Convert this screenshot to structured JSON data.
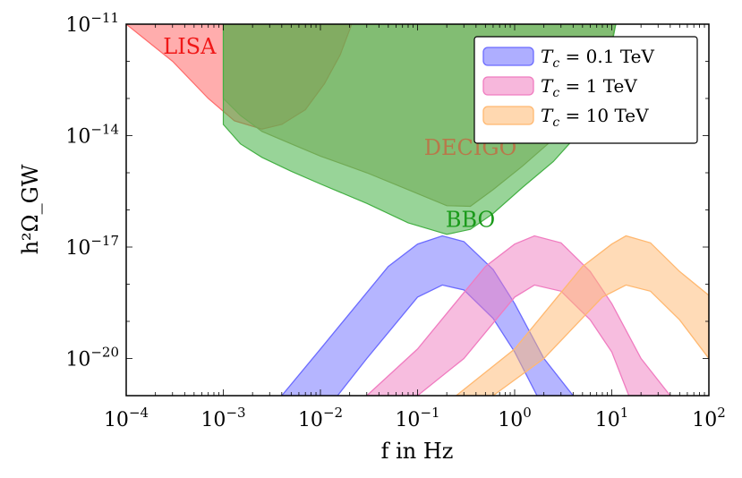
{
  "chart_data": {
    "type": "area",
    "xlabel": "f in Hz",
    "ylabel": "h²Ω_GW",
    "x_scale": "log",
    "y_scale": "log",
    "xlim": [
      0.0001,
      100
    ],
    "ylim": [
      1e-21,
      1e-11
    ],
    "x_ticks": [
      {
        "value": 0.0001,
        "base": "10",
        "exp": "−4"
      },
      {
        "value": 0.001,
        "base": "10",
        "exp": "−3"
      },
      {
        "value": 0.01,
        "base": "10",
        "exp": "−2"
      },
      {
        "value": 0.1,
        "base": "10",
        "exp": "−1"
      },
      {
        "value": 1,
        "base": "10",
        "exp": "0"
      },
      {
        "value": 10,
        "base": "10",
        "exp": "1"
      },
      {
        "value": 100,
        "base": "10",
        "exp": "2"
      }
    ],
    "y_ticks": [
      {
        "value": 1e-20,
        "base": "10",
        "exp": "−20"
      },
      {
        "value": 1e-17,
        "base": "10",
        "exp": "−17"
      },
      {
        "value": 1e-14,
        "base": "10",
        "exp": "−14"
      },
      {
        "value": 1e-11,
        "base": "10",
        "exp": "−11"
      }
    ],
    "grid": false,
    "legend_position": "top-right",
    "sensitivity_curves": [
      {
        "name": "LISA",
        "color": "#ff6a6a",
        "label_at": [
          0.00045,
          1.6e-12
        ],
        "boundary": [
          [
            0.0001,
            1e-11
          ],
          [
            0.0003,
            1e-12
          ],
          [
            0.0007,
            1e-13
          ],
          [
            0.0013,
            2.5e-14
          ],
          [
            0.0025,
            1.5e-14
          ],
          [
            0.004,
            2e-14
          ],
          [
            0.007,
            5e-14
          ],
          [
            0.011,
            2.5e-13
          ],
          [
            0.016,
            1.5e-12
          ],
          [
            0.021,
            1e-11
          ]
        ]
      },
      {
        "name": "DECIGO",
        "color": "#a8a36a",
        "label_at": [
          0.35,
          3e-15
        ],
        "boundary": [
          [
            0.001,
            1e-11
          ],
          [
            0.001,
            1e-13
          ],
          [
            0.0015,
            3.5e-14
          ],
          [
            0.0025,
            1.3e-14
          ],
          [
            0.005,
            6e-15
          ],
          [
            0.01,
            2.8e-15
          ],
          [
            0.03,
            1e-15
          ],
          [
            0.08,
            3.5e-16
          ],
          [
            0.2,
            1.3e-16
          ],
          [
            0.35,
            1.25e-16
          ],
          [
            0.6,
            3.5e-16
          ],
          [
            1.2,
            1.5e-15
          ],
          [
            2.5,
            8e-15
          ],
          [
            5,
            5e-14
          ],
          [
            8,
            4e-13
          ],
          [
            11,
            1e-11
          ]
        ]
      },
      {
        "name": "BBO",
        "color": "#44b044",
        "label_at": [
          0.35,
          3.5e-17
        ],
        "boundary": [
          [
            0.001,
            1e-11
          ],
          [
            0.001,
            2e-14
          ],
          [
            0.0015,
            6e-15
          ],
          [
            0.0025,
            2.6e-15
          ],
          [
            0.005,
            1.1e-15
          ],
          [
            0.01,
            5e-16
          ],
          [
            0.03,
            1.5e-16
          ],
          [
            0.08,
            4.5e-17
          ],
          [
            0.2,
            2.2e-17
          ],
          [
            0.35,
            3e-17
          ],
          [
            0.6,
            8e-17
          ],
          [
            1.2,
            4e-16
          ],
          [
            2.5,
            2e-15
          ],
          [
            5,
            1.5e-14
          ],
          [
            8,
            1.4e-13
          ],
          [
            11,
            1e-11
          ]
        ]
      }
    ],
    "series": [
      {
        "name": "T_c = 0.1 TeV",
        "legend_lhs": "T",
        "legend_sub": "c",
        "legend_rhs": " = 0.1 TeV",
        "color": "#6b6bff",
        "upper": [
          [
            0.004,
            1e-21
          ],
          [
            0.01,
            1.8e-20
          ],
          [
            0.05,
            3e-18
          ],
          [
            0.1,
            1.2e-17
          ],
          [
            0.18,
            2e-17
          ],
          [
            0.3,
            1.4e-17
          ],
          [
            0.6,
            2.5e-18
          ],
          [
            1,
            3e-19
          ],
          [
            2,
            1e-20
          ],
          [
            4,
            1e-21
          ]
        ],
        "lower": [
          [
            0.015,
            1e-21
          ],
          [
            0.03,
            1e-20
          ],
          [
            0.1,
            4.5e-19
          ],
          [
            0.18,
            9.5e-19
          ],
          [
            0.3,
            7e-19
          ],
          [
            0.6,
            1.2e-19
          ],
          [
            1,
            1.5e-20
          ],
          [
            1.7,
            1e-21
          ]
        ]
      },
      {
        "name": "T_c = 1 TeV",
        "legend_lhs": "T",
        "legend_sub": "c",
        "legend_rhs": " = 1 TeV",
        "color": "#f07cc0",
        "upper": [
          [
            0.03,
            1e-21
          ],
          [
            0.1,
            1.8e-20
          ],
          [
            0.5,
            3e-18
          ],
          [
            1,
            1.2e-17
          ],
          [
            1.6,
            2e-17
          ],
          [
            3,
            1.3e-17
          ],
          [
            6,
            2.2e-18
          ],
          [
            10,
            3e-19
          ],
          [
            20,
            1e-20
          ],
          [
            40,
            1e-21
          ]
        ],
        "lower": [
          [
            0.1,
            1e-21
          ],
          [
            0.3,
            1e-20
          ],
          [
            1,
            4.5e-19
          ],
          [
            1.6,
            9.5e-19
          ],
          [
            3,
            6.5e-19
          ],
          [
            6,
            1.1e-19
          ],
          [
            10,
            1.5e-20
          ],
          [
            15,
            1e-21
          ]
        ]
      },
      {
        "name": "T_c = 10 TeV",
        "legend_lhs": "T",
        "legend_sub": "c",
        "legend_rhs": " = 10 TeV",
        "color": "#ffb870",
        "upper": [
          [
            0.25,
            1e-21
          ],
          [
            1,
            1.8e-20
          ],
          [
            5,
            3e-18
          ],
          [
            10,
            1.2e-17
          ],
          [
            14,
            2e-17
          ],
          [
            25,
            1.3e-17
          ],
          [
            50,
            2.2e-18
          ],
          [
            100,
            5e-19
          ]
        ],
        "lower": [
          [
            0.6,
            1e-21
          ],
          [
            2,
            1e-20
          ],
          [
            8,
            4.5e-19
          ],
          [
            14,
            9.5e-19
          ],
          [
            25,
            6.5e-19
          ],
          [
            50,
            1.1e-19
          ],
          [
            100,
            1e-20
          ]
        ]
      }
    ]
  }
}
